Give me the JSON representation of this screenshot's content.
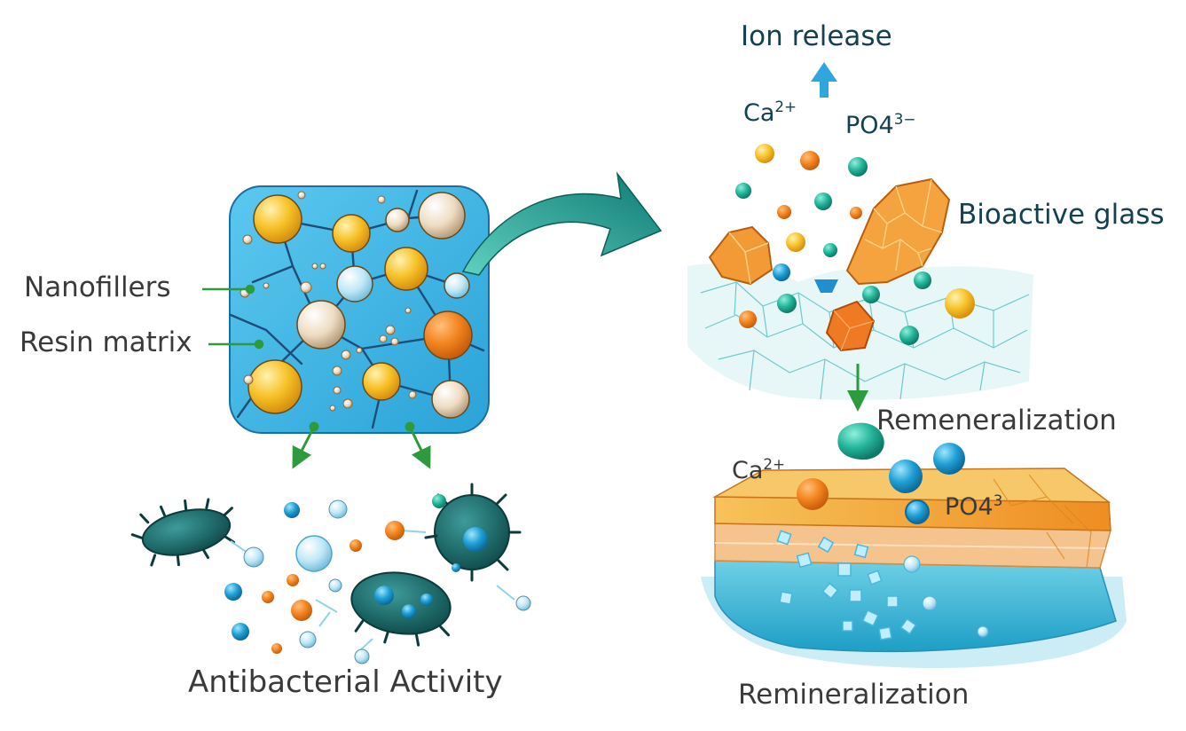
{
  "labels": {
    "nanofillers": "Nanofillers",
    "resin_matrix": "Resin matrix",
    "antibacterial": "Antibacterial Activity",
    "ion_release": "Ion release",
    "bioactive_glass": "Bioactive glass",
    "remeneralization": "Remeneralization",
    "remineralization": "Remineralization",
    "ca_ion": {
      "base": "Ca",
      "charge": "2+"
    },
    "po4_ion_top": {
      "base": "PO4",
      "charge": "3−"
    },
    "po4_ion_bottom": {
      "base": "PO4",
      "charge": "3"
    }
  },
  "colors": {
    "matrix_blue": "#3bb4e4",
    "filler_yellow": "#f5c22e",
    "filler_beige": "#ecd9bd",
    "filler_orange": "#f08a24",
    "bacteria_teal": "#1f6b6b",
    "arrow_green": "#2e9a3e",
    "arrow_blue": "#2ea7e0",
    "enamel_orange": "#f0a23c",
    "dentin_blue": "#4cc0dc"
  },
  "icons": [
    "bacteria-icon",
    "ion-release-arrow-icon",
    "process-arrow-icon"
  ]
}
